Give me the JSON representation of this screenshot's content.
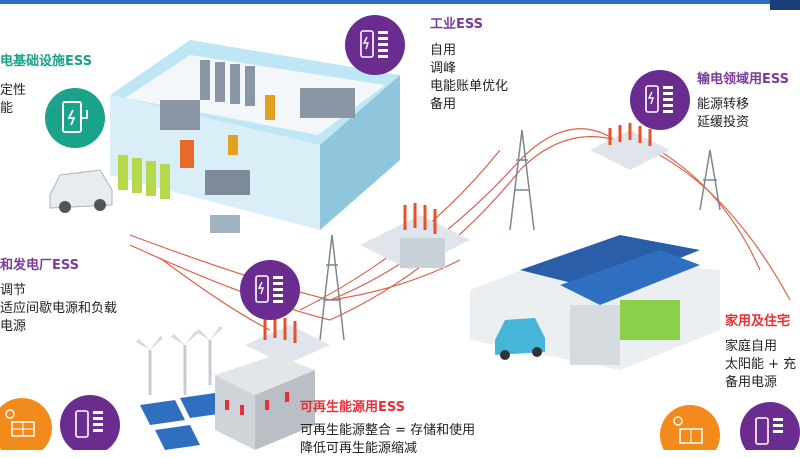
{
  "colors": {
    "title_green": "#1aa38a",
    "title_purple": "#7a3d98",
    "title_red": "#e8303a",
    "icon_purple": "#6a2c8f",
    "icon_orange": "#f28a1c",
    "icon_teal": "#1aa38a",
    "wire_red": "#d9503a",
    "ground_grey": "#ececec"
  },
  "labels": {
    "grid_infra": {
      "title": "电基础设施ESS",
      "lines": [
        "定性",
        "能"
      ]
    },
    "industrial": {
      "title": "工业ESS",
      "lines": [
        "自用",
        "调峰",
        "电能账单优化",
        "备用"
      ]
    },
    "transmission": {
      "title": "输电领域用ESS",
      "lines": [
        "能源转移",
        "延缓投资"
      ]
    },
    "power_plant": {
      "title": "和发电厂ESS",
      "lines": [
        "调节",
        "适应间歇电源和负载",
        "电源"
      ]
    },
    "residential": {
      "title": "家用及住宅",
      "lines": [
        "家庭自用",
        "太阳能 + 充",
        "备用电源"
      ]
    },
    "renewable": {
      "title": "可再生能源用ESS",
      "lines": [
        "可再生能源整合 = 存储和使用",
        "降低可再生能源缩减"
      ]
    }
  },
  "icons": {
    "ev_charger": "ev-charger-icon",
    "battery": "battery-icon",
    "solar": "solar-panel-icon"
  }
}
